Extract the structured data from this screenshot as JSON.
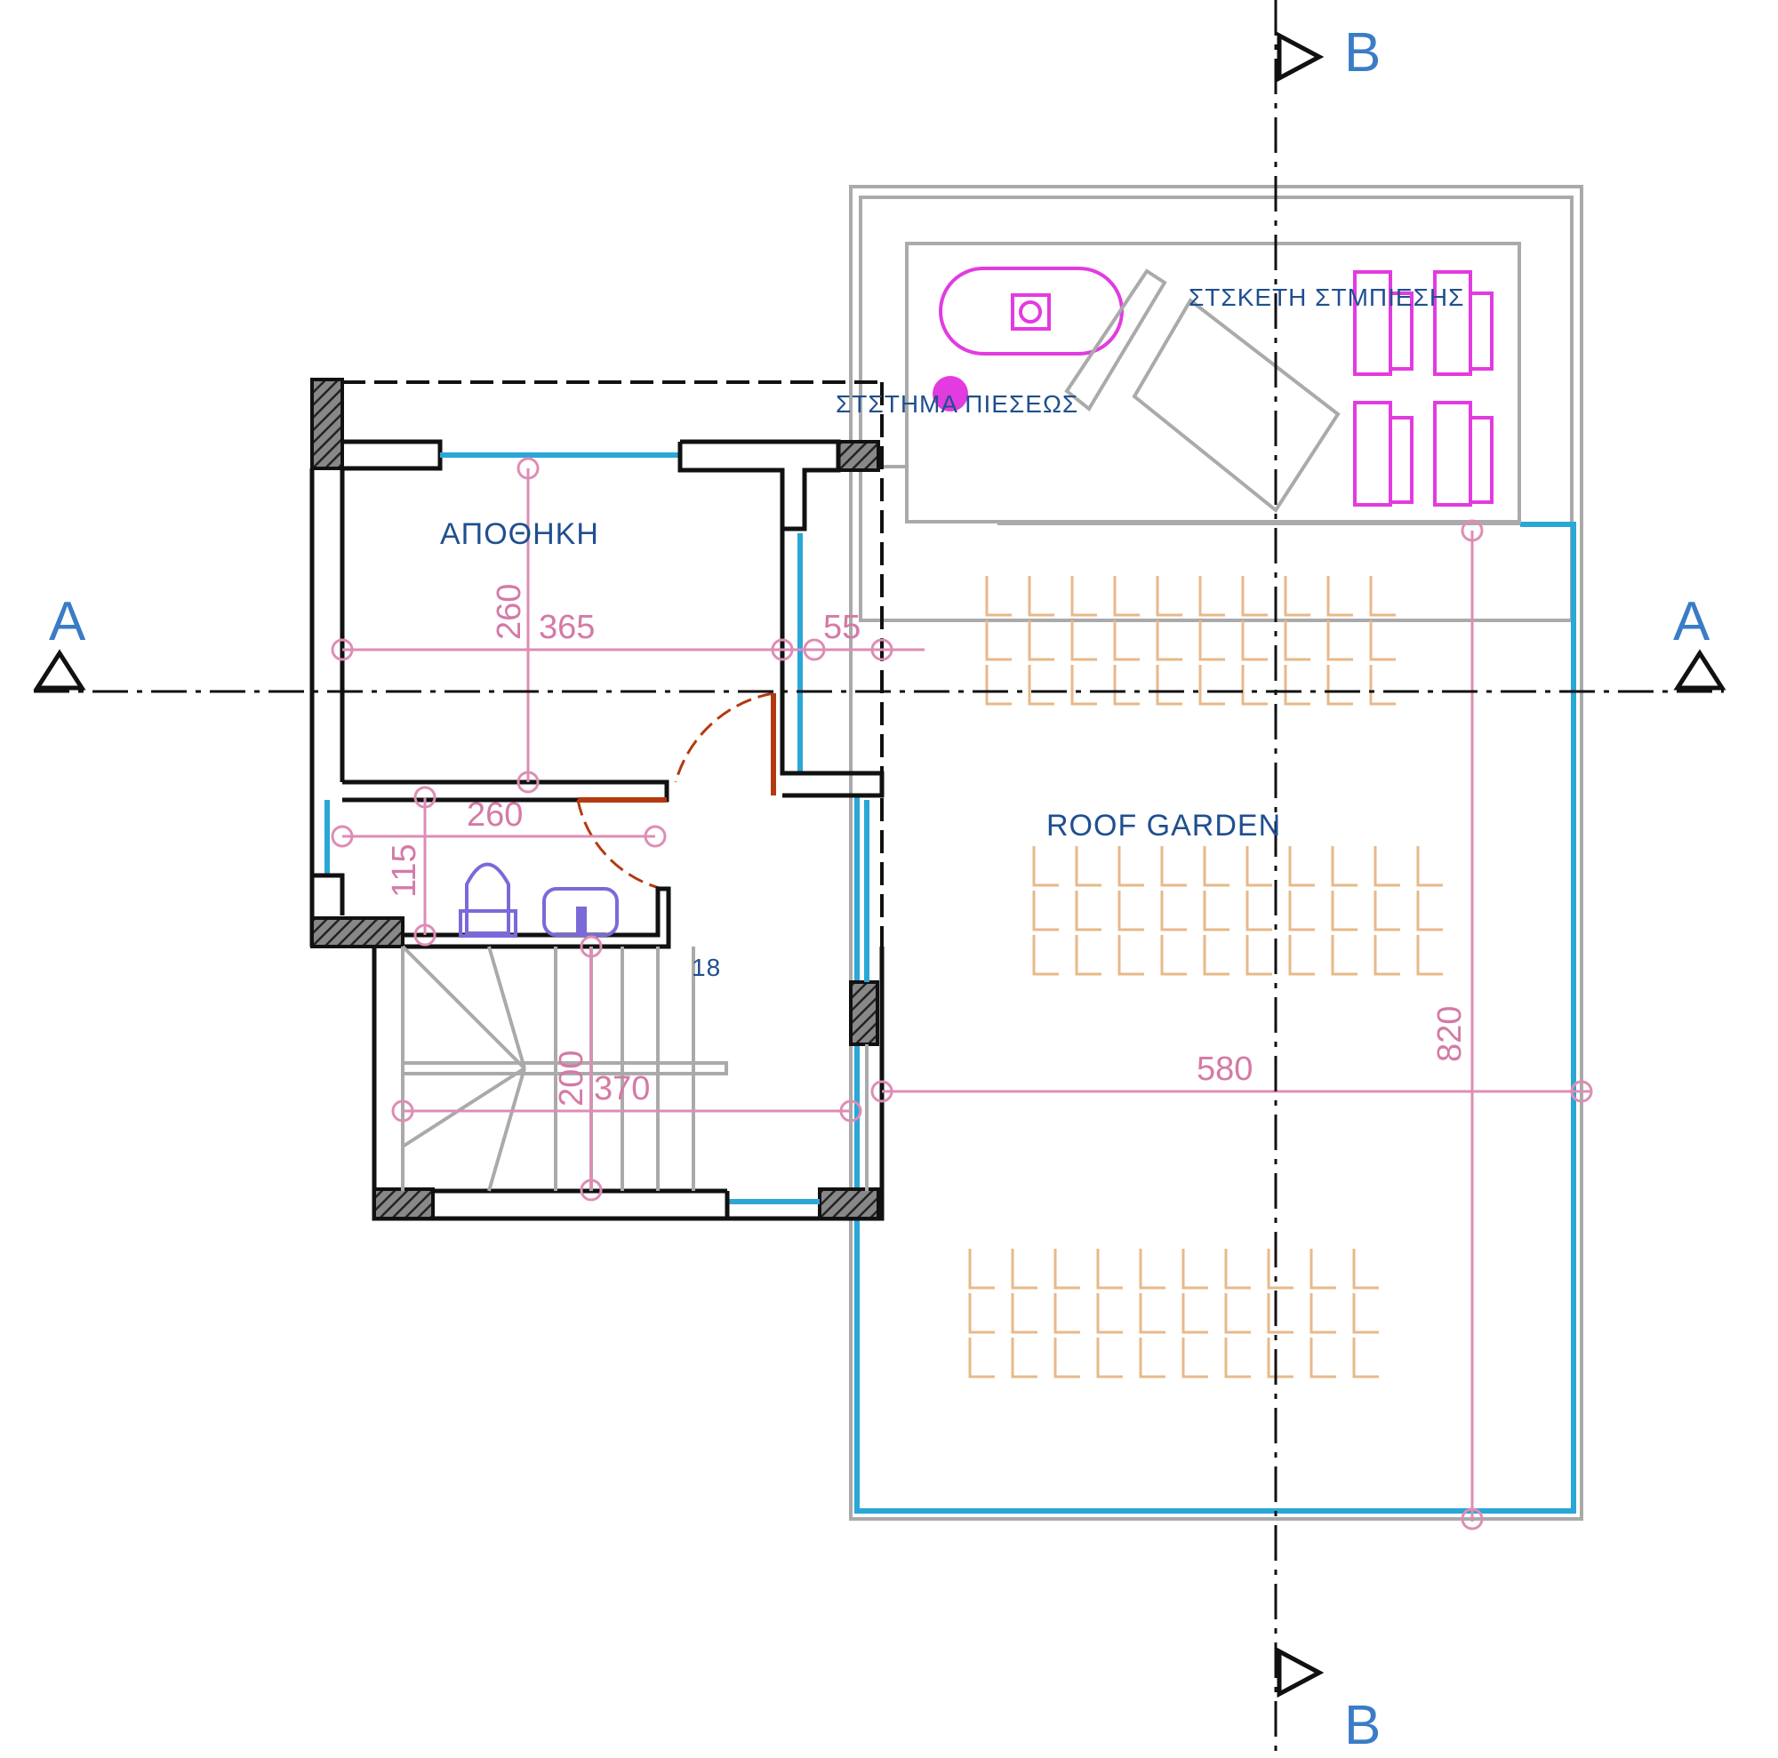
{
  "sections": {
    "a_left": "A",
    "a_right": "A",
    "b_top": "B",
    "b_bottom": "B"
  },
  "rooms": {
    "storage": "ΑΠΟΘΗΚΗ",
    "roof_garden": "ROOF GARDEN",
    "stair_steps": "18",
    "solar_heater": "ΣΤΣΚΕΤΗ ΣΤΜΠΙΕΣΗΣ",
    "pressure_system": "ΣΤΣΤΗΜΑ ΠΙΕΣΕΩΣ"
  },
  "dimensions": {
    "storage_width": "365",
    "storage_depth": "260",
    "corridor_width": "55",
    "bath_width": "260",
    "bath_depth": "115",
    "stair_width": "370",
    "stair_depth": "200",
    "garden_width": "580",
    "garden_depth": "820"
  },
  "colors": {
    "walls": "#111111",
    "glazing": "#2aa7d6",
    "dimensions": "#de8db5",
    "equipment": "#e23be0",
    "tiles": "#e7b98a",
    "labels": "#1f4f8f"
  }
}
